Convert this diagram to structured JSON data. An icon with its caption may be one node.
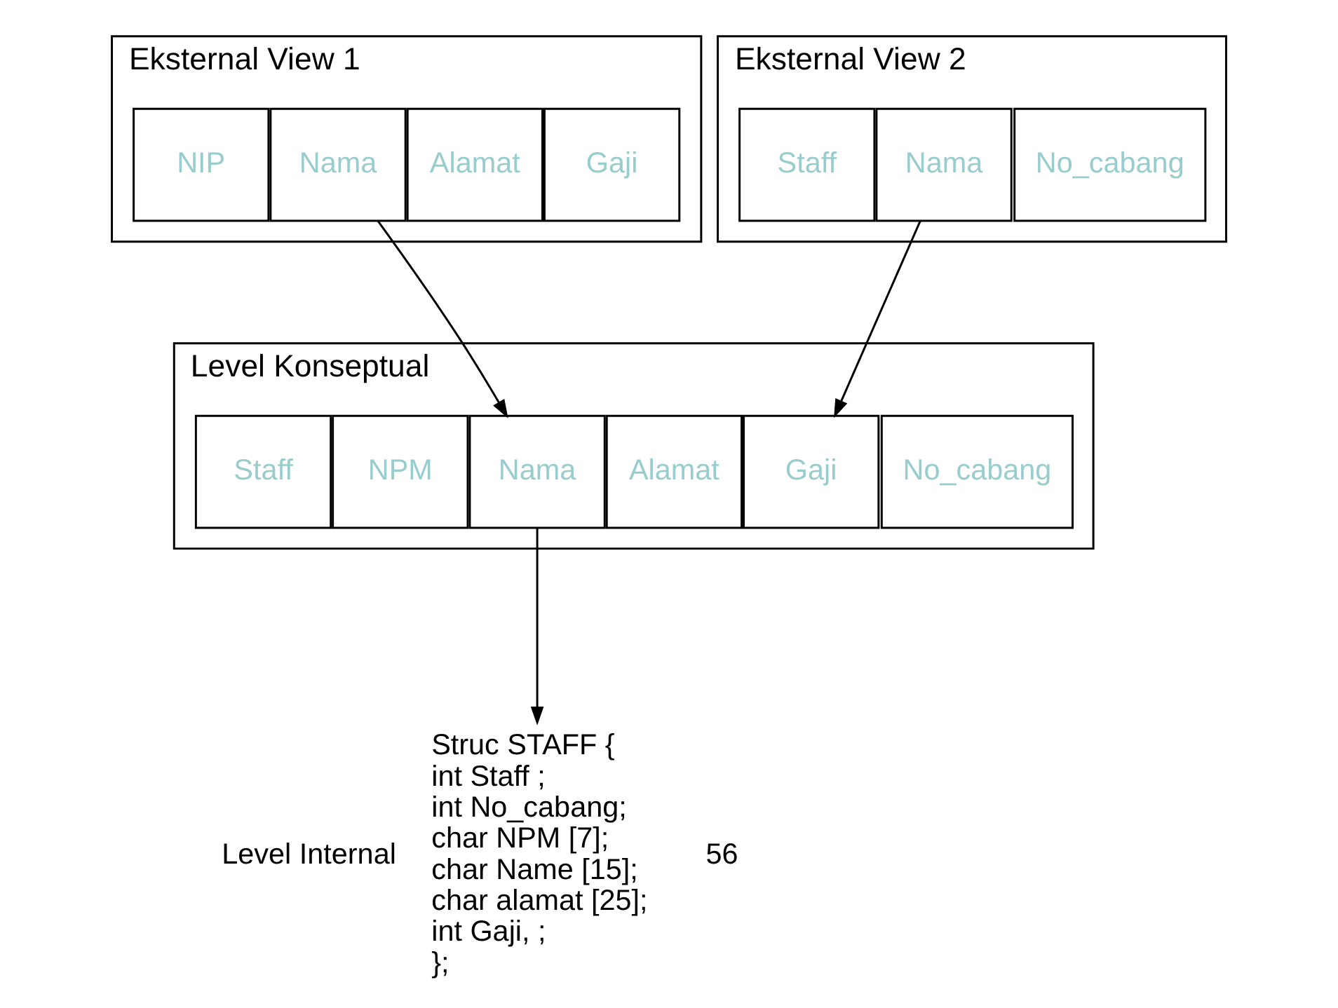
{
  "diagram": {
    "nodes": [
      {
        "text": [
          "Eksternal View 1"
        ]
      },
      {
        "text": [
          "NIP"
        ],
        "in": 0
      },
      {
        "text": [
          "Nama"
        ],
        "in": 0
      },
      {
        "text": [
          "Alamat"
        ],
        "in": 0
      },
      {
        "text": [
          "Gaji"
        ],
        "in": 0
      },
      {
        "text": [
          "Eksternal View 2"
        ]
      },
      {
        "text": [
          "Staff"
        ],
        "in": 5
      },
      {
        "text": [
          "Nama"
        ],
        "in": 5
      },
      {
        "text": [
          "No_cabang"
        ],
        "in": 5
      },
      {
        "text": [
          "Level Konseptual"
        ]
      },
      {
        "text": [
          "Staff"
        ],
        "in": 9
      },
      {
        "text": [
          "NPM"
        ],
        "in": 9
      },
      {
        "text": [
          "Nama"
        ],
        "in": 9
      },
      {
        "text": [
          "Alamat"
        ],
        "in": 9
      },
      {
        "text": [
          "Gaji"
        ],
        "in": 9
      },
      {
        "text": [
          "No_cabang"
        ],
        "in": 9
      },
      {
        "text": [
          "Struc STAFF {",
          "int Staff ;",
          "int No_cabang;",
          "char NPM [7];",
          "char Name [15];",
          "char alamat [25];",
          "int Gaji, ;",
          "};"
        ]
      }
    ],
    "edges": [
      {
        "from": 2,
        "to": 12,
        "arrow": "to"
      },
      {
        "from": 7,
        "to": 14,
        "arrow": "to"
      },
      {
        "from": 12,
        "to": 16,
        "arrow": "to"
      }
    ],
    "labels": [
      "Level Internal",
      "56"
    ]
  }
}
